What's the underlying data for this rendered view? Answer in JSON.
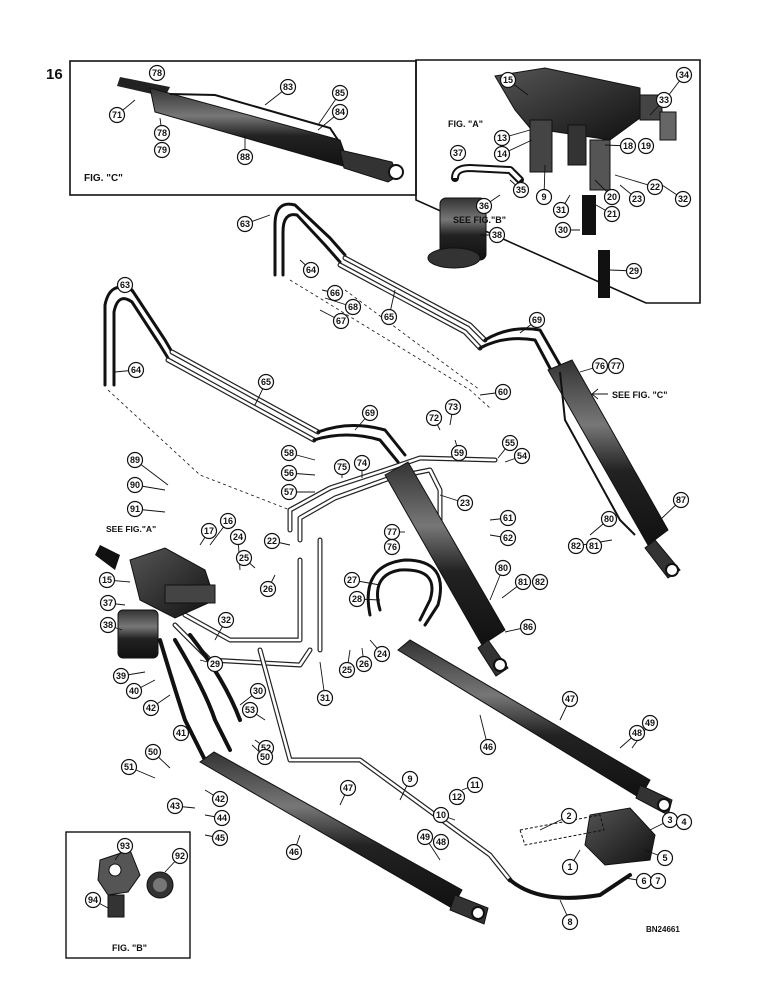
{
  "page_number": "16",
  "figure_labels": {
    "a": "FIG. \"A\"",
    "b": "FIG. \"B\"",
    "c": "FIG. \"C\""
  },
  "references": {
    "see_fig_a": "SEE FIG.\"A\"",
    "see_fig_b": "SEE FIG.\"B\"",
    "see_fig_c": "SEE FIG. \"C\""
  },
  "drawing_number": "BN24661",
  "callouts": [
    {
      "id": "c78a",
      "n": "78"
    },
    {
      "id": "c71",
      "n": "71"
    },
    {
      "id": "c83",
      "n": "83"
    },
    {
      "id": "c85",
      "n": "85"
    },
    {
      "id": "c84",
      "n": "84"
    },
    {
      "id": "c78b",
      "n": "78"
    },
    {
      "id": "c79",
      "n": "79"
    },
    {
      "id": "c88",
      "n": "88"
    },
    {
      "id": "c15a",
      "n": "15"
    },
    {
      "id": "c34",
      "n": "34"
    },
    {
      "id": "c33",
      "n": "33"
    },
    {
      "id": "c13",
      "n": "13"
    },
    {
      "id": "c14",
      "n": "14"
    },
    {
      "id": "c18",
      "n": "18"
    },
    {
      "id": "c19",
      "n": "19"
    },
    {
      "id": "c37a",
      "n": "37"
    },
    {
      "id": "c35",
      "n": "35"
    },
    {
      "id": "c9a",
      "n": "9"
    },
    {
      "id": "c22a",
      "n": "22"
    },
    {
      "id": "c20",
      "n": "20"
    },
    {
      "id": "c23a",
      "n": "23"
    },
    {
      "id": "c32a",
      "n": "32"
    },
    {
      "id": "c36",
      "n": "36"
    },
    {
      "id": "c31a",
      "n": "31"
    },
    {
      "id": "c21",
      "n": "21"
    },
    {
      "id": "c38a",
      "n": "38"
    },
    {
      "id": "c30a",
      "n": "30"
    },
    {
      "id": "c29a",
      "n": "29"
    },
    {
      "id": "c63a",
      "n": "63"
    },
    {
      "id": "c64a",
      "n": "64"
    },
    {
      "id": "c66",
      "n": "66"
    },
    {
      "id": "c68",
      "n": "68"
    },
    {
      "id": "c67",
      "n": "67"
    },
    {
      "id": "c65a",
      "n": "65"
    },
    {
      "id": "c63b",
      "n": "63"
    },
    {
      "id": "c69a",
      "n": "69"
    },
    {
      "id": "c64b",
      "n": "64"
    },
    {
      "id": "c65b",
      "n": "65"
    },
    {
      "id": "c76a",
      "n": "76"
    },
    {
      "id": "c77a",
      "n": "77"
    },
    {
      "id": "c60",
      "n": "60"
    },
    {
      "id": "c69b",
      "n": "69"
    },
    {
      "id": "c72",
      "n": "72"
    },
    {
      "id": "c73",
      "n": "73"
    },
    {
      "id": "c58",
      "n": "58"
    },
    {
      "id": "c75",
      "n": "75"
    },
    {
      "id": "c74",
      "n": "74"
    },
    {
      "id": "c55",
      "n": "55"
    },
    {
      "id": "c54",
      "n": "54"
    },
    {
      "id": "c59",
      "n": "59"
    },
    {
      "id": "c56",
      "n": "56"
    },
    {
      "id": "c57",
      "n": "57"
    },
    {
      "id": "c89",
      "n": "89"
    },
    {
      "id": "c90",
      "n": "90"
    },
    {
      "id": "c91",
      "n": "91"
    },
    {
      "id": "c16",
      "n": "16"
    },
    {
      "id": "c17",
      "n": "17"
    },
    {
      "id": "c23b",
      "n": "23"
    },
    {
      "id": "c87",
      "n": "87"
    },
    {
      "id": "c61",
      "n": "61"
    },
    {
      "id": "c62",
      "n": "62"
    },
    {
      "id": "c24a",
      "n": "24"
    },
    {
      "id": "c22b",
      "n": "22"
    },
    {
      "id": "c77b",
      "n": "77"
    },
    {
      "id": "c76b",
      "n": "76"
    },
    {
      "id": "c80a",
      "n": "80"
    },
    {
      "id": "c82a",
      "n": "82"
    },
    {
      "id": "c81a",
      "n": "81"
    },
    {
      "id": "c25a",
      "n": "25"
    },
    {
      "id": "c26a",
      "n": "26"
    },
    {
      "id": "c15b",
      "n": "15"
    },
    {
      "id": "c27",
      "n": "27"
    },
    {
      "id": "c80b",
      "n": "80"
    },
    {
      "id": "c28",
      "n": "28"
    },
    {
      "id": "c81b",
      "n": "81"
    },
    {
      "id": "c82b",
      "n": "82"
    },
    {
      "id": "c37b",
      "n": "37"
    },
    {
      "id": "c32b",
      "n": "32"
    },
    {
      "id": "c86",
      "n": "86"
    },
    {
      "id": "c38b",
      "n": "38"
    },
    {
      "id": "c24b",
      "n": "24"
    },
    {
      "id": "c25b",
      "n": "25"
    },
    {
      "id": "c26b",
      "n": "26"
    },
    {
      "id": "c29b",
      "n": "29"
    },
    {
      "id": "c39",
      "n": "39"
    },
    {
      "id": "c31b",
      "n": "31"
    },
    {
      "id": "c40",
      "n": "40"
    },
    {
      "id": "c30b",
      "n": "30"
    },
    {
      "id": "c47a",
      "n": "47"
    },
    {
      "id": "c42a",
      "n": "42"
    },
    {
      "id": "c53",
      "n": "53"
    },
    {
      "id": "c49a",
      "n": "49"
    },
    {
      "id": "c41",
      "n": "41"
    },
    {
      "id": "c52",
      "n": "52"
    },
    {
      "id": "c48a",
      "n": "48"
    },
    {
      "id": "c46a",
      "n": "46"
    },
    {
      "id": "c50a",
      "n": "50"
    },
    {
      "id": "c50b",
      "n": "50"
    },
    {
      "id": "c51",
      "n": "51"
    },
    {
      "id": "c9b",
      "n": "9"
    },
    {
      "id": "c47b",
      "n": "47"
    },
    {
      "id": "c11",
      "n": "11"
    },
    {
      "id": "c2",
      "n": "2"
    },
    {
      "id": "c42b",
      "n": "42"
    },
    {
      "id": "c12",
      "n": "12"
    },
    {
      "id": "c43",
      "n": "43"
    },
    {
      "id": "c44",
      "n": "44"
    },
    {
      "id": "c10",
      "n": "10"
    },
    {
      "id": "c3",
      "n": "3"
    },
    {
      "id": "c4",
      "n": "4"
    },
    {
      "id": "c45",
      "n": "45"
    },
    {
      "id": "c93",
      "n": "93"
    },
    {
      "id": "c49b",
      "n": "49"
    },
    {
      "id": "c48b",
      "n": "48"
    },
    {
      "id": "c1",
      "n": "1"
    },
    {
      "id": "c5",
      "n": "5"
    },
    {
      "id": "c46b",
      "n": "46"
    },
    {
      "id": "c92",
      "n": "92"
    },
    {
      "id": "c6",
      "n": "6"
    },
    {
      "id": "c7",
      "n": "7"
    },
    {
      "id": "c94",
      "n": "94"
    },
    {
      "id": "c8",
      "n": "8"
    }
  ]
}
